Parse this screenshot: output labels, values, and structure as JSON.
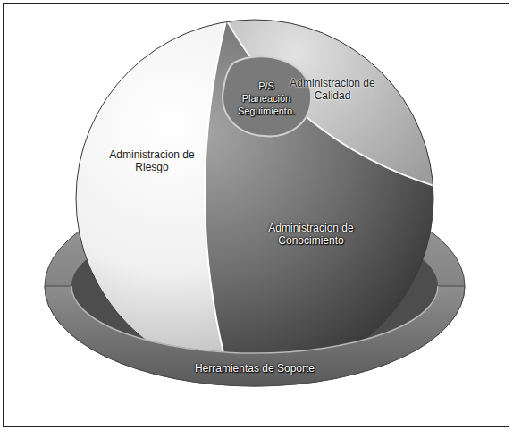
{
  "diagram": {
    "nodes": [
      {
        "text": [
          "Administracion de Calidad"
        ]
      },
      {
        "text": [
          "P/S",
          "Planeación Seguimiento."
        ]
      },
      {
        "text": [
          "Administracion de Riesgo"
        ]
      },
      {
        "text": [
          "Administracion de Conocimiento"
        ]
      },
      {
        "text": [
          "Herramientas de Soporte"
        ]
      }
    ]
  }
}
